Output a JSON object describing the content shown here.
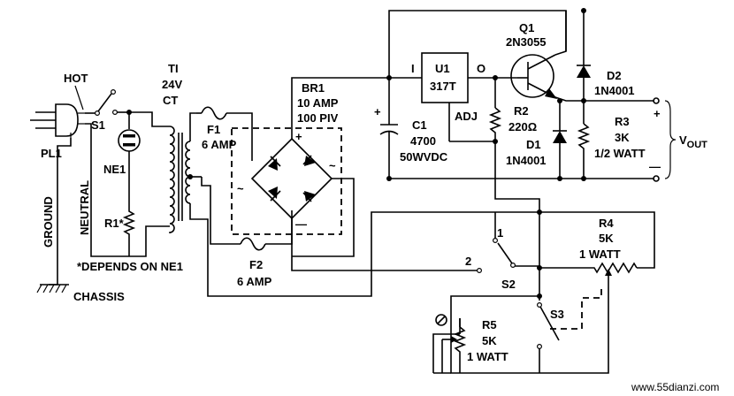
{
  "labels": {
    "hot": "HOT",
    "s1": "S1",
    "pl1": "PL1",
    "ground": "GROUND",
    "neutral": "NEUTRAL",
    "chassis": "CHASSIS",
    "ne1": "NE1",
    "r1": "R1*",
    "depends": "*DEPENDS ON NE1",
    "t1_name": "TI",
    "t1_volt": "24V",
    "t1_ct": "CT",
    "f1_name": "F1",
    "f1_val": "6 AMP",
    "f2_name": "F2",
    "f2_val": "6 AMP",
    "br1_name": "BR1",
    "br1_amp": "10 AMP",
    "br1_piv": "100 PIV",
    "br1_plus": "+",
    "br1_minus": "—",
    "tilde": "~",
    "c1_name": "C1",
    "c1_val": "4700",
    "c1_volt": "50WVDC",
    "c1_plus": "+",
    "u1_name": "U1",
    "u1_part": "317T",
    "u1_in": "I",
    "u1_out": "O",
    "u1_adj": "ADJ",
    "q1_name": "Q1",
    "q1_part": "2N3055",
    "r2_name": "R2",
    "r2_val": "220Ω",
    "d1_name": "D1",
    "d1_part": "1N4001",
    "d2_name": "D2",
    "d2_part": "1N4001",
    "r3_name": "R3",
    "r3_val": "3K",
    "r3_watt": "1/2 WATT",
    "vout": "V",
    "vout_sub": "OUT",
    "vout_plus": "+",
    "vout_minus": "—",
    "r4_name": "R4",
    "r4_val": "5K",
    "r4_watt": "1 WATT",
    "s2": "S2",
    "s2_pos1": "1",
    "s2_pos2": "2",
    "s3": "S3",
    "r5_name": "R5",
    "r5_val": "5K",
    "r5_watt": "1 WATT",
    "watermark": "www.55dianzi.com"
  }
}
